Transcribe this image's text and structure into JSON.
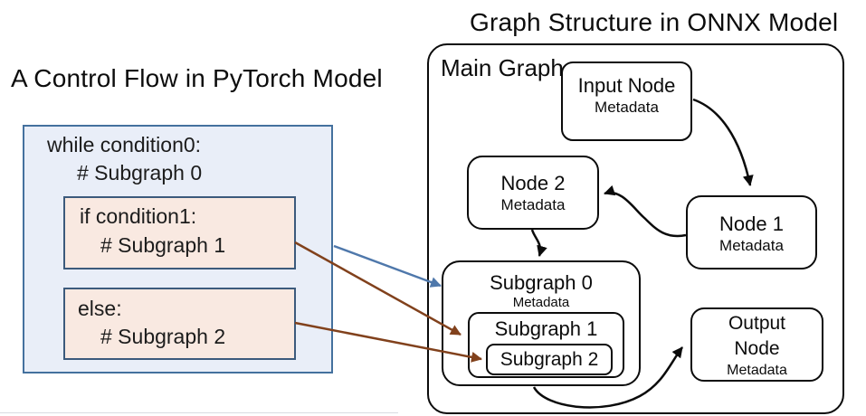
{
  "left_panel": {
    "title": "A Control Flow in PyTorch Model",
    "code": {
      "while_line": "while condition0:",
      "while_comment": "# Subgraph 0",
      "if_line": "if condition1:",
      "if_comment": "# Subgraph 1",
      "else_line": "else:",
      "else_comment": "# Subgraph 2"
    }
  },
  "right_panel": {
    "title": "Graph Structure in ONNX Model",
    "main_graph_label": "Main Graph",
    "nodes": {
      "input": {
        "title": "Input Node",
        "meta": "Metadata"
      },
      "node2": {
        "title": "Node 2",
        "meta": "Metadata"
      },
      "node1": {
        "title": "Node 1",
        "meta": "Metadata"
      },
      "subgraph0": {
        "title": "Subgraph 0",
        "meta": "Metadata"
      },
      "subgraph1": {
        "title": "Subgraph 1"
      },
      "subgraph2": {
        "title": "Subgraph 2"
      },
      "output": {
        "title_line1": "Output",
        "title_line2": "Node",
        "meta": "Metadata"
      }
    }
  },
  "edges": [
    {
      "from": "input-node",
      "to": "node-1",
      "style": "black-curve"
    },
    {
      "from": "node-1",
      "to": "node-2",
      "style": "black-curve"
    },
    {
      "from": "node-2",
      "to": "subgraph-0",
      "style": "black-curve"
    },
    {
      "from": "subgraph-0",
      "to": "output-node",
      "style": "black-curve"
    },
    {
      "from": "while-box",
      "to": "subgraph-0",
      "style": "blue-straight"
    },
    {
      "from": "if-box",
      "to": "subgraph-1",
      "style": "brown-straight"
    },
    {
      "from": "else-box",
      "to": "subgraph-2",
      "style": "brown-straight"
    }
  ],
  "colors": {
    "code_outer_fill": "#e9eef8",
    "code_outer_border": "#44719e",
    "code_inner_fill": "#f9e9e1",
    "code_inner_border": "#3c5a7c",
    "blue_arrow": "#4f78ab",
    "brown_arrow": "#81411c",
    "node_stroke": "#0b0b0b"
  }
}
